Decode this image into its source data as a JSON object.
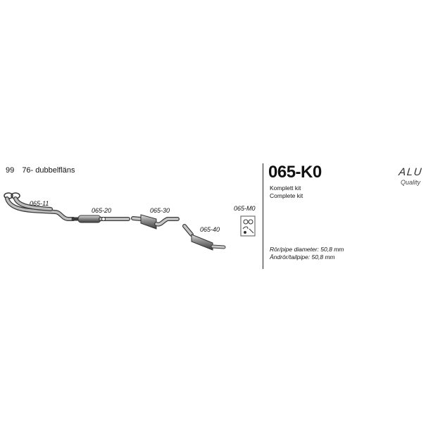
{
  "model": {
    "number": "99",
    "description": "76- dubbelfläns"
  },
  "parts": {
    "p1": "065-11",
    "p2": "065-20",
    "p3": "065-30",
    "p4": "065-40",
    "mounting": "065-M0"
  },
  "kit": {
    "code": "065-K0",
    "desc_sv": "Komplett kit",
    "desc_en": "Complete kit"
  },
  "badge": {
    "title": "ALU",
    "subtitle": "Quality"
  },
  "specs": {
    "pipe": "Rör/pipe diameter: 50,8 mm",
    "tail": "Ändrör/tailpipe: 50,8 mm"
  },
  "colors": {
    "pipe_fill": "#b9b9b9",
    "pipe_stroke": "#3a3a3a",
    "muffler_dark": "#4a4a4a",
    "muffler_light": "#dcdcdc"
  }
}
